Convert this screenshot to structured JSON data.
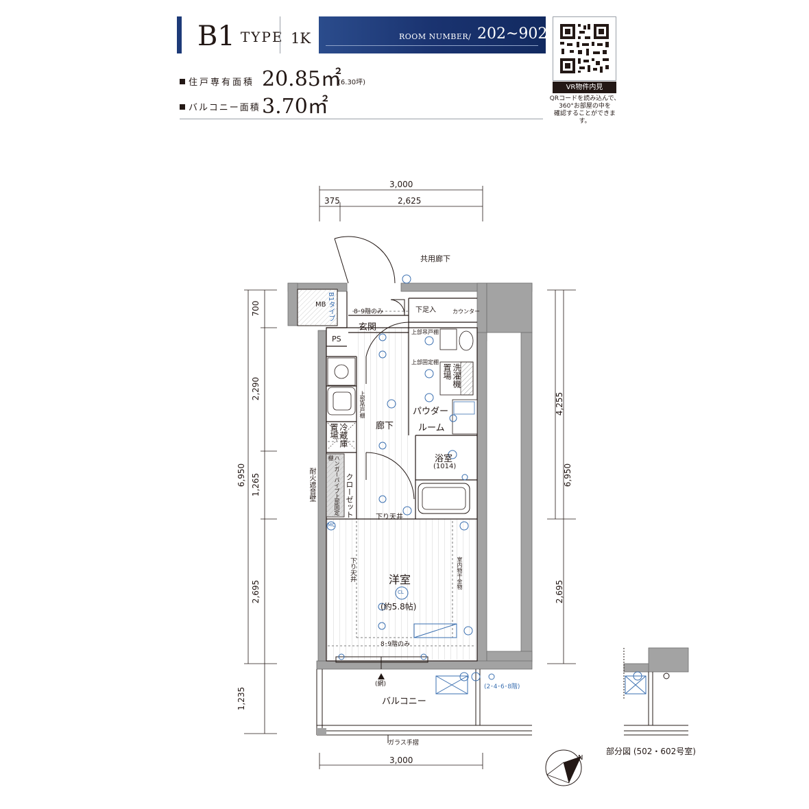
{
  "header": {
    "type_letter": "B1",
    "type_word": "TYPE",
    "layout": "1K",
    "room_number_label": "ROOM NUMBER/",
    "room_number_value": "202~902",
    "area_label": "住戸専有面積",
    "area_value": "20.85㎡",
    "area_tsubo": "(6.30坪)",
    "balcony_label": "バルコニー面積",
    "balcony_value": "3.70㎡"
  },
  "qr": {
    "vr_label": "VR物件内見",
    "note_line1": "QRコードを読み込んで、",
    "note_line2": "360°お部屋の中を",
    "note_line3": "確認することができます。"
  },
  "dimensions": {
    "top_total": "3,000",
    "top_a": "375",
    "top_b": "2,625",
    "bottom_total": "3,000",
    "left_total": "6,950",
    "left_700": "700",
    "left_2290": "2,290",
    "left_1265": "1,265",
    "left_2695": "2,695",
    "left_1235": "1,235",
    "right_4255": "4,255",
    "right_total": "6,950",
    "right_2695": "2,695"
  },
  "rooms": {
    "corridor_common": "共用廊下",
    "mb": "MB",
    "b1_type": "B1タイプ",
    "ps": "PS",
    "floor_note_89": "8･9階のみ",
    "entrance": "玄関",
    "shoe_box": "下足入",
    "counter": "カウンター",
    "upper_hanging": "上部吊戸棚",
    "upper_fixed": "上部固定棚",
    "upper_hanging2": "上部吊戸棚",
    "laundry_place": "洗濯機置場",
    "powder_room_1": "パウダー",
    "powder_room_2": "ルーム",
    "hallway": "廊下",
    "fridge": "冷蔵庫置場",
    "bath": "浴室",
    "bath_size": "(1014)",
    "closet": "クローゼット",
    "hanger_pipe": "ハンガーパイプ上部固定棚",
    "fireproof_wall": "耐火遮音壁",
    "drop_ceiling_1": "下り天井",
    "drop_ceiling_2": "下り天井",
    "western_room": "洋室",
    "western_size": "(約5.8帖)",
    "indoor_dryer": "室内物干金物",
    "floor_note_89_b": "8･9階のみ",
    "balcony": "バルコニー",
    "glass_rail": "ガラス手摺",
    "net": "(網)",
    "floor_note_2468": "(2･4･6･8階)",
    "partial_view": "部分図 (502・602号室)",
    "cl_mark": "CL",
    "mc_mark": "MC",
    "north": "N"
  },
  "colors": {
    "header_blue": "#1a3370",
    "wall_gray": "#9a9a9a",
    "fixture_blue": "#3a6fb0"
  }
}
